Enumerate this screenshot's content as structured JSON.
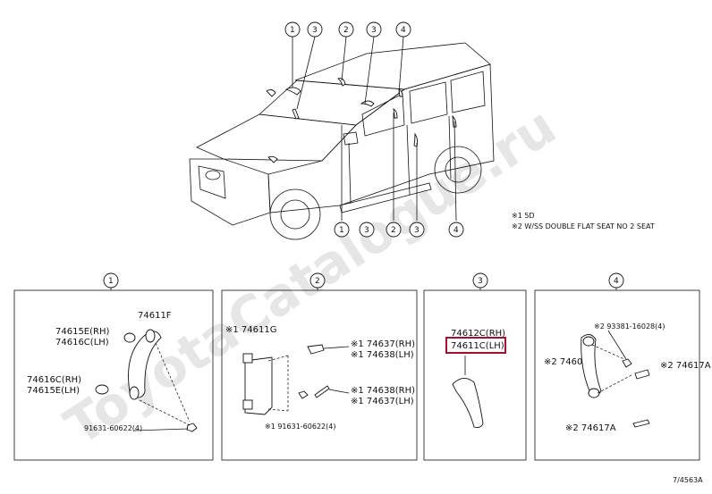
{
  "watermark": "ToyotaCatalogue.ru",
  "callouts_top": [
    "1",
    "3",
    "2",
    "3",
    "4"
  ],
  "callouts_bottom": [
    "1",
    "3",
    "2",
    "3",
    "4"
  ],
  "notes": [
    "※1 5D",
    "※2 W/SS DOUBLE FLAT SEAT NO 2 SEAT"
  ],
  "panels": {
    "p1": {
      "index": "1",
      "parts": [
        "74611F",
        "74615E(RH)",
        "74616C(LH)",
        "74616C(RH)",
        "74615E(LH)",
        "91631-60622(4)"
      ]
    },
    "p2": {
      "index": "2",
      "parts": [
        "※1 74611G",
        "※1 74637(RH)",
        "※1 74638(LH)",
        "※1 74638(RH)",
        "※1 74637(LH)",
        "※1 91631-60622(4)"
      ]
    },
    "p3": {
      "index": "3",
      "parts": [
        "74612C(RH)",
        "74611C(LH)"
      ]
    },
    "p4": {
      "index": "4",
      "parts": [
        "※2 93381-16028(4)",
        "※2 74603C",
        "※2 74617A",
        "※2 74617A"
      ]
    }
  },
  "figure_code": "7/4563A"
}
